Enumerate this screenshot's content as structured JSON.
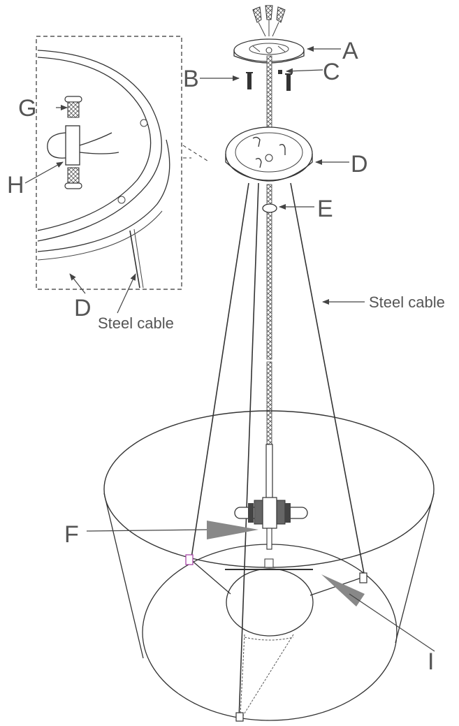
{
  "labels": {
    "A": "A",
    "B": "B",
    "C": "C",
    "D": "D",
    "E": "E",
    "F": "F",
    "G": "G",
    "H": "H",
    "I": "I",
    "D_inset": "D",
    "steel_cable_right": "Steel cable",
    "steel_cable_inset": "Steel cable"
  }
}
